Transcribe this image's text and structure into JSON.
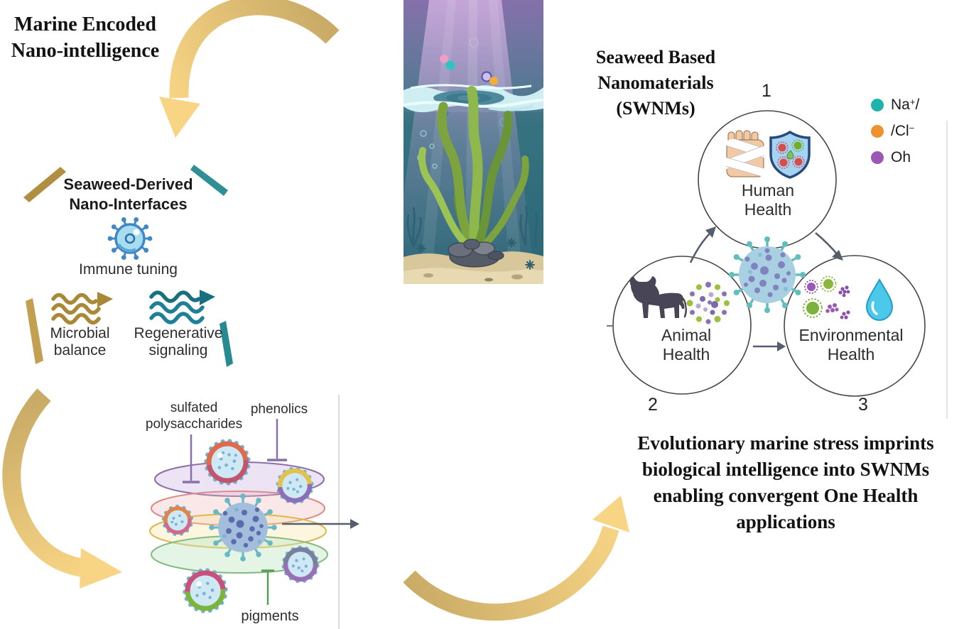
{
  "figure": {
    "heading_top_left": "Marine Encoded\nNano-intelligence",
    "heading_right": "Seaweed Based\nNanomaterials\n(SWNMs)",
    "caption_bottom_right": "Evolutionary marine stress imprints\nbiological intelligence into SWNMs\nenabling convergent One Health\napplications"
  },
  "left_card": {
    "title": "Seaweed-Derived\nNano-Interfaces",
    "immune_label": "Immune tuning",
    "microbial_label": "Microbial\nbalance",
    "regenerative_label": "Regenerative\nsignaling"
  },
  "cargo_diagram": {
    "label_sulfated": "sulfated\npolysaccharides",
    "label_phenolics": "phenolics",
    "label_pigments": "pigments",
    "layer_colors": [
      "#8a6fa8",
      "#dc8a8a",
      "#ddb84f",
      "#84bb84"
    ]
  },
  "one_health": {
    "human": {
      "number": "1",
      "label": "Human\nHealth"
    },
    "animal": {
      "number": "2",
      "label": "Animal\nHealth"
    },
    "environment": {
      "number": "3",
      "label": "Environmental\nHealth"
    },
    "legend": [
      {
        "color": "#1fb3aa",
        "text": "Na",
        "sup": "+",
        "suffix": "/"
      },
      {
        "color": "#f0912d",
        "text": "/Cl",
        "sup": "−",
        "suffix": ""
      },
      {
        "color": "#9b59b6",
        "text": "Oh",
        "sup": "",
        "suffix": ""
      }
    ]
  },
  "palette": {
    "arrow_gold_dark": "#c9ab66",
    "arrow_gold_light": "#f8d585",
    "teal_accent": "#1f7f99",
    "gold_accent": "#a98938"
  }
}
